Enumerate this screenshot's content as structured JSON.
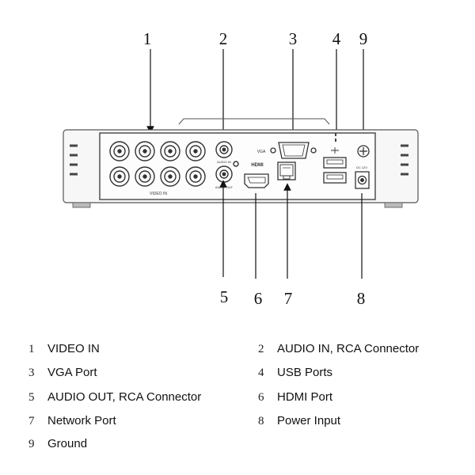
{
  "callouts": [
    "1",
    "2",
    "3",
    "4",
    "9",
    "5",
    "6",
    "7",
    "8"
  ],
  "panel": {
    "vga_label": "VGA",
    "video_label": "VIDEO IN",
    "audio_in_label": "AUDIO IN",
    "audio_out_label": "AUDIO OUT",
    "hdmi_label": "HDMI",
    "power_label": "DC 12V"
  },
  "legend": [
    {
      "num": "1",
      "label": "VIDEO IN"
    },
    {
      "num": "2",
      "label": "AUDIO IN, RCA Connector"
    },
    {
      "num": "3",
      "label": "VGA Port"
    },
    {
      "num": "4",
      "label": "USB Ports"
    },
    {
      "num": "5",
      "label": "AUDIO OUT, RCA Connector"
    },
    {
      "num": "6",
      "label": "HDMI Port"
    },
    {
      "num": "7",
      "label": "Network Port"
    },
    {
      "num": "8",
      "label": "Power Input"
    },
    {
      "num": "9",
      "label": "Ground"
    }
  ]
}
